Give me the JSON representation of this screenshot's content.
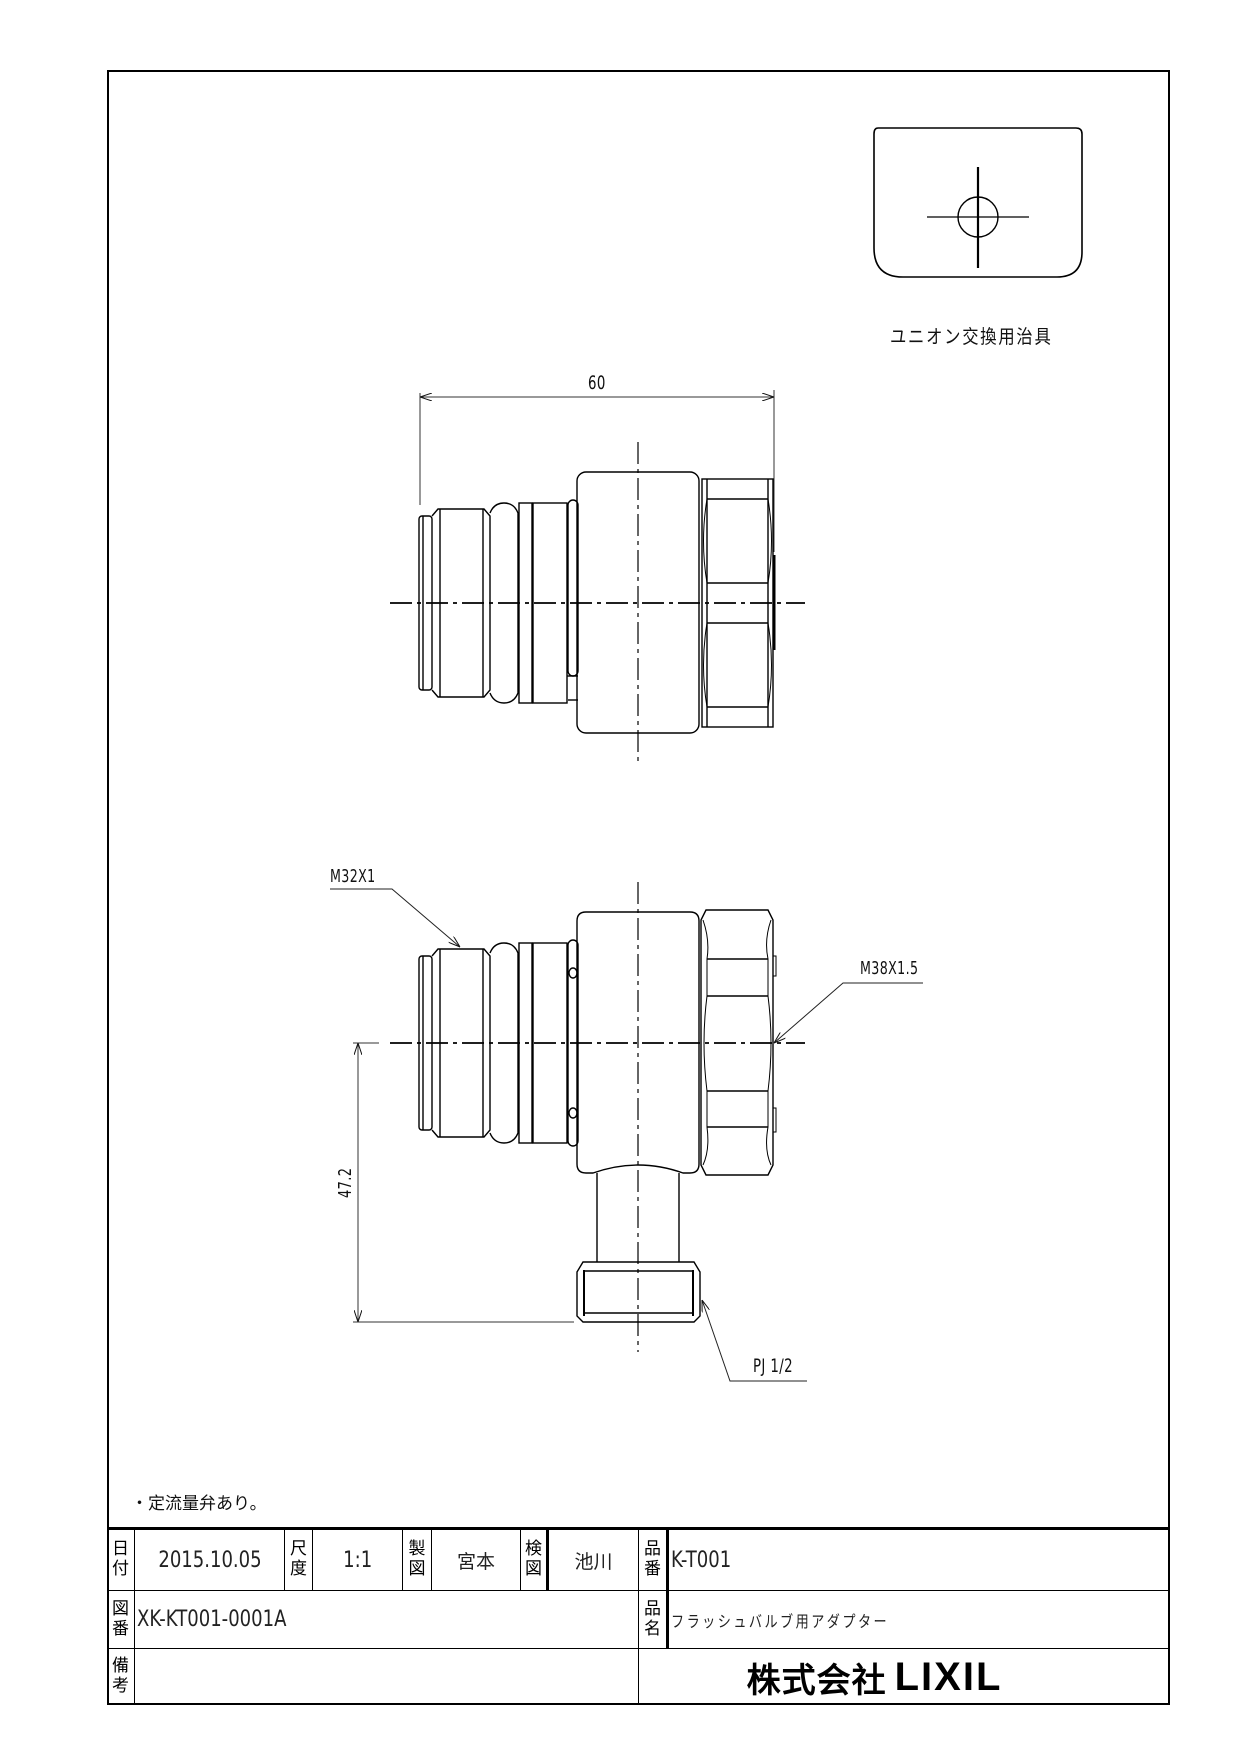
{
  "drawing": {
    "symbol_label": "ユニオン交換用治具",
    "dimensions": {
      "overall_length": "60",
      "height_offset": "47.2"
    },
    "callouts": {
      "inlet_thread": "M32X1",
      "outlet_thread": "M38X1.5",
      "bottom_thread": "PJ 1/2"
    },
    "note": "・定流量弁あり。"
  },
  "title_block": {
    "row1": {
      "date_label": [
        "日",
        "付"
      ],
      "date_value": "2015.10.05",
      "scale_label": [
        "尺",
        "度"
      ],
      "scale_value": "1:1",
      "drawn_label": [
        "製",
        "図"
      ],
      "drawn_value": "宮本",
      "checked_label": [
        "検",
        "図"
      ],
      "checked_value": "池川",
      "part_no_label": [
        "品",
        "番"
      ],
      "part_no_value": "K-T001"
    },
    "row2": {
      "drawing_no_label": [
        "図",
        "番"
      ],
      "drawing_no_value": "XK-KT001-0001A",
      "part_name_label": [
        "品",
        "名"
      ],
      "part_name_value": "フラッシュバルブ用アダプター"
    },
    "row3": {
      "remarks_label": [
        "備",
        "考"
      ],
      "remarks_value": "",
      "company_jp": "株式会社",
      "company_brand": "LIXIL"
    }
  },
  "colors": {
    "line": "#000000",
    "dim_line": "#333333",
    "background": "#ffffff"
  }
}
